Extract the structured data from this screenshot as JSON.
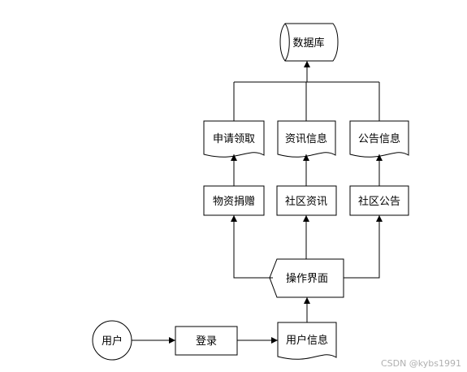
{
  "nodes": {
    "database": "数据库",
    "apply_receive": "申请领取",
    "info_news": "资讯信息",
    "announcement_info": "公告信息",
    "donation": "物资捐赠",
    "community_news": "社区资讯",
    "community_announcement": "社区公告",
    "operation_ui": "操作界面",
    "user": "用户",
    "login": "登录",
    "user_info": "用户信息"
  },
  "watermark": "CSDN @kybs1991"
}
